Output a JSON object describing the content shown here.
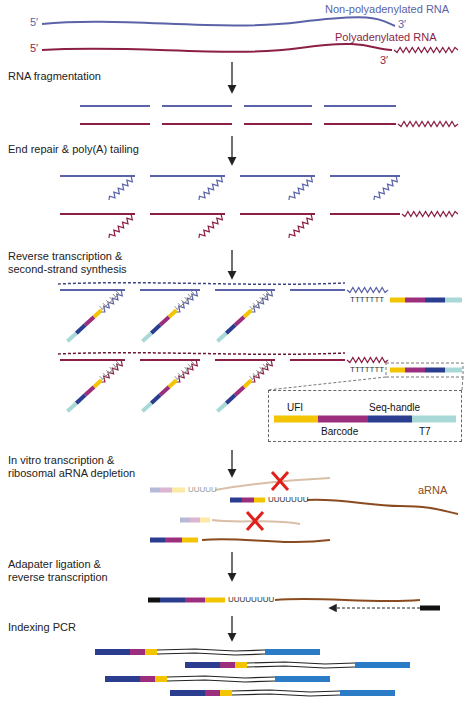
{
  "diagram": {
    "nodes": [
      {
        "text": [
          "UFI",
          "Seq-handle",
          "Barcode",
          "T7"
        ]
      }
    ],
    "labels": [
      "5′",
      "Non-polyadenylated RNA",
      "3′",
      "5′",
      "3′",
      "Polyadenylated RNA",
      "RNA fragmentation",
      "End repair & poly(A) tailing",
      "Reverse transcription & second-strand synthesis",
      "TTTTTTT",
      "TTTTTTT",
      "In vitro transcription & ribosomal aRNA depletion",
      "UUUUU",
      "UUUUUUU",
      "aRNA",
      "Adapater ligation & reverse transcription",
      "UUUUUUUU",
      "Indexing PCR"
    ]
  }
}
